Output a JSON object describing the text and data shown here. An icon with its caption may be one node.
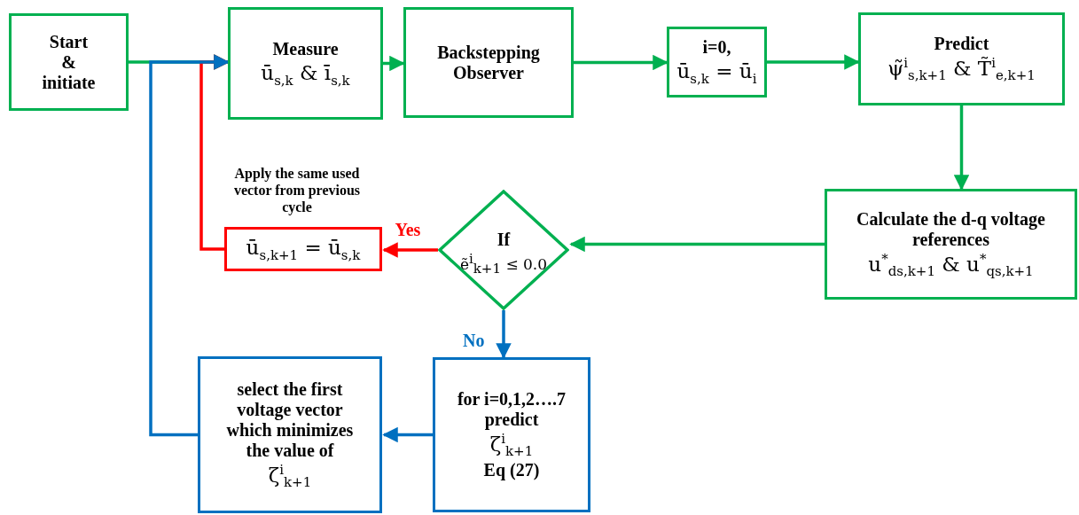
{
  "diagram": {
    "nodes": [
      {
        "text": [
          "Start & initiate"
        ]
      },
      {
        "text": [
          "Measure",
          "ū$_{s,k}$ & ī$_{s,k}$"
        ]
      },
      {
        "text": [
          "Backstepping Observer"
        ]
      },
      {
        "text": [
          "i=0,",
          "ū$_{s,k}$ = ū$_{i}$"
        ]
      },
      {
        "text": [
          "Predict",
          "ψ̃$^{i}$$_{s,k+1}$ & T̃$^{i}$$_{e,k+1}$"
        ]
      },
      {
        "text": [
          "Calculate the d-q voltage references",
          "u$^{*}$$_{ds,k+1}$ & u$^{*}$$_{qs,k+1}$"
        ]
      },
      {
        "text": [
          "If",
          "ẽ$^{i}$$_{k+1}$ ≤ 0.0"
        ]
      },
      {
        "text": [
          "ū$_{s,k+1}$ = ū$_{s,k}$"
        ],
        "beside": [
          "Apply the same used vector from previous cycle"
        ]
      },
      {
        "text": [
          "for i=0,1,2….7 predict",
          "ζ$^{i}$$_{k+1}$",
          "Eq (27)"
        ]
      },
      {
        "text": [
          "select the first voltage vector which minimizes the value of",
          "ζ$^{i}$$_{k+1}$"
        ]
      }
    ],
    "edges": [
      {
        "from": 0,
        "to": 1,
        "arrow": "to"
      },
      {
        "from": 1,
        "to": 2,
        "arrow": "to"
      },
      {
        "from": 2,
        "to": 3,
        "arrow": "to"
      },
      {
        "from": 3,
        "to": 4,
        "arrow": "to"
      },
      {
        "from": 4,
        "to": 5,
        "arrow": "to"
      },
      {
        "from": 5,
        "to": 6,
        "arrow": "to"
      },
      {
        "from": 6,
        "to": 7,
        "arrow": "to",
        "label": "Yes",
        "color": "#ff0000"
      },
      {
        "from": 7,
        "to": 1,
        "arrow": "to",
        "color": "#ff0000"
      },
      {
        "from": 6,
        "to": 8,
        "arrow": "to",
        "label": "No",
        "color": "#0070c0"
      },
      {
        "from": 8,
        "to": 9,
        "arrow": "to",
        "color": "#0070c0"
      },
      {
        "from": 9,
        "to": 1,
        "arrow": "to",
        "color": "#0070c0"
      }
    ]
  }
}
